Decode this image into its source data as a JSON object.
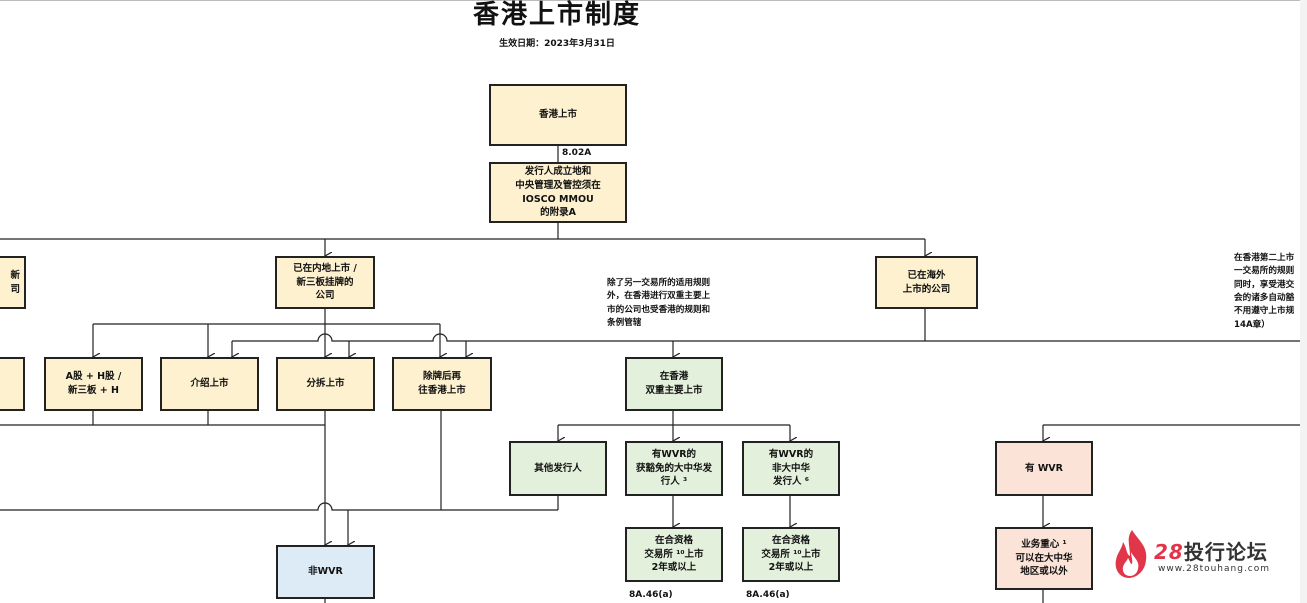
{
  "header": {
    "title": "香港上市制度",
    "effective_date": "生效日期：2023年3月31日"
  },
  "boxes": {
    "hk_listing": "香港上市",
    "mou": "发行人成立地和\n中央管理及管控须在\nIOSCO MMOU\n的附录A",
    "left_cut": "新\n司",
    "mainland": "已在内地上市 /\n新三板挂牌的\n公司",
    "overseas": "已在海外\n上市的公司",
    "a_h": "A股 + H股 /\n新三板 + H",
    "intro": "介绍上市",
    "spinoff": "分拆上市",
    "delist_relist": "除牌后再\n往香港上市",
    "dual_primary": "在香港\n双重主要上市",
    "other_issuer": "其他发行人",
    "wvr_gc_exempt": "有WVR的\n获豁免的大中华发\n行人 ³",
    "wvr_non_gc": "有WVR的\n非大中华\n发行人 ⁶",
    "qualified_2y_a": "在合资格\n交易所 ¹⁰上市\n2年或以上",
    "qualified_2y_b": "在合资格\n交易所 ¹⁰上市\n2年或以上",
    "non_wvr": "非WVR",
    "has_wvr": "有 WVR",
    "business_center": "业务重心 ¹\n可以在大中华\n地区或以外"
  },
  "notes": {
    "dual_primary_note": "除了另一交易所的适用规则\n外，在香港进行双重主要上\n市的公司也受香港的规则和\n条例管辖",
    "secondary_note": "在香港第二上市\n一交易所的规则\n同时，享受港交\n会的诸多自动豁\n不用遵守上市规\n14A章）"
  },
  "refs": {
    "r802a": "8.02A",
    "r8a46_a": "8A.46(a)",
    "r8a46_b": "8A.46(a)"
  },
  "logo": {
    "number": "28",
    "name": "投行论坛",
    "url": "www.28touhang.com"
  },
  "colors": {
    "yellow": "#fdf1cf",
    "green": "#e3f0dc",
    "blue": "#ddebf7",
    "pink": "#fbe3d7",
    "brand": "#e1364a"
  }
}
